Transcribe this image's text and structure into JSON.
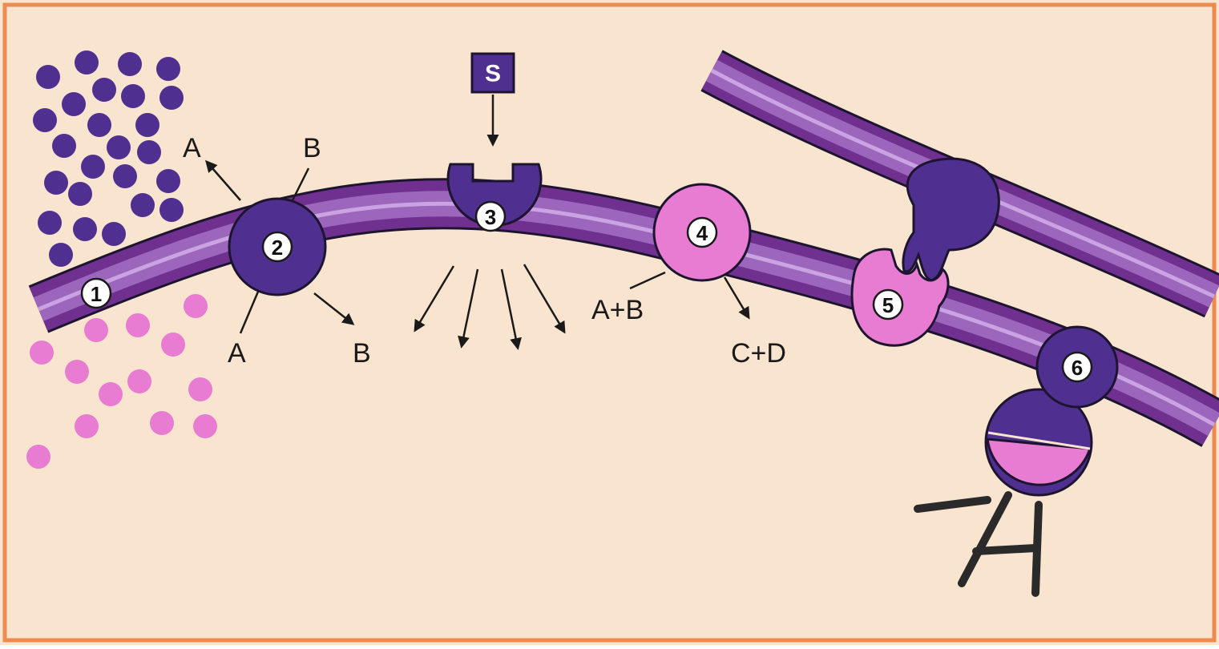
{
  "colors": {
    "background": "#f9e5cf",
    "frame": "#ec8a52",
    "membrane_outer": "#70308f",
    "membrane_inner": "#9d66bd",
    "membrane_stripe": "#c9a3e2",
    "protein_dark": "#4f2f90",
    "protein_pink": "#e87bd2",
    "outline": "#1d1530"
  },
  "labels": {
    "one": "1",
    "two": "2",
    "three": "3",
    "four": "4",
    "five": "5",
    "six": "6",
    "signal": "S",
    "antiport_a_out": "A",
    "antiport_b_out": "B",
    "antiport_a_in": "A",
    "antiport_b_in": "B",
    "enzyme_substrates": "A+B",
    "enzyme_products": "C+D"
  },
  "icons": {
    "signal_molecule": "square-signal-icon",
    "receptor": "receptor-protein-icon",
    "cytoskeleton": "cytoskeleton-filament-icon"
  }
}
